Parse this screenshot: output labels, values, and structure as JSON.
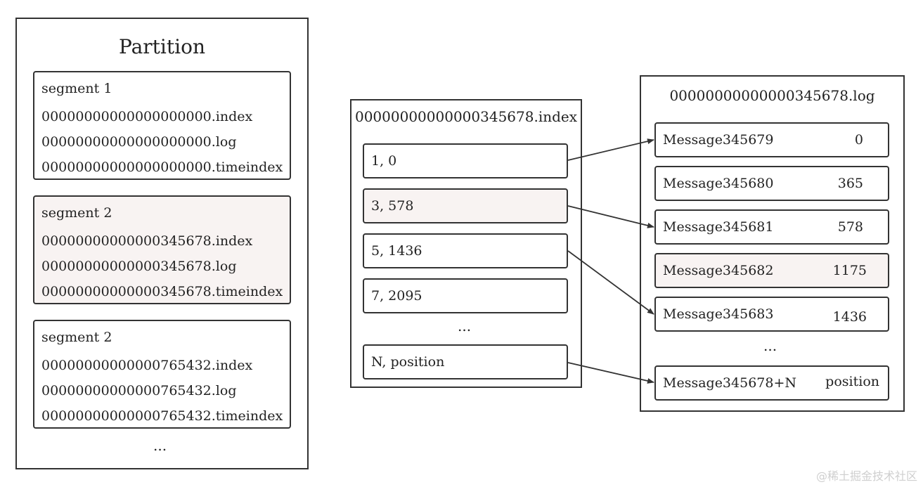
{
  "partition": {
    "title": "Partition",
    "segments": [
      {
        "name": "segment 1",
        "files": [
          "00000000000000000000.index",
          "00000000000000000000.log",
          "00000000000000000000.timeindex"
        ]
      },
      {
        "name": "segment 2",
        "files": [
          "00000000000000345678.index",
          "00000000000000345678.log",
          "00000000000000345678.timeindex"
        ],
        "highlighted": true
      },
      {
        "name": "segment 2",
        "files": [
          "00000000000000765432.index",
          "00000000000000765432.log",
          "00000000000000765432.timeindex"
        ]
      }
    ],
    "ellipsis": "..."
  },
  "index_file": {
    "title": "00000000000000345678.index",
    "entries": [
      {
        "offset": "1",
        "position": "0"
      },
      {
        "offset": "3",
        "position": "578",
        "highlighted": true
      },
      {
        "offset": "5",
        "position": "1436"
      },
      {
        "offset": "7",
        "position": "2095"
      },
      {
        "offset": "N",
        "position": "position"
      }
    ],
    "entry_labels": [
      "1,  0",
      "3,  578",
      "5, 1436",
      "7,  2095",
      "N,  position"
    ],
    "ellipsis": "..."
  },
  "log_file": {
    "title": "00000000000000345678.log",
    "messages": [
      {
        "name": "Message345679",
        "position": "0"
      },
      {
        "name": "Message345680",
        "position": "365"
      },
      {
        "name": "Message345681",
        "position": "578"
      },
      {
        "name": "Message345682",
        "position": "1175",
        "highlighted": true
      },
      {
        "name": "Message345683",
        "position": "1436"
      },
      {
        "name": "Message345678+N",
        "position": "position"
      }
    ],
    "ellipsis": "..."
  },
  "arrows": [
    {
      "from": "index entry 1,  0",
      "to": "Message345679"
    },
    {
      "from": "index entry 3,  578",
      "to": "Message345681"
    },
    {
      "from": "index entry 5, 1436",
      "to": "Message345683"
    },
    {
      "from": "index entry N,  position",
      "to": "Message345678+N"
    }
  ],
  "colors": {
    "border": "#333333",
    "highlight_fill": "#f8f3f2",
    "watermark": "#cfcfcf"
  },
  "watermark": "@稀土掘金技术社区"
}
